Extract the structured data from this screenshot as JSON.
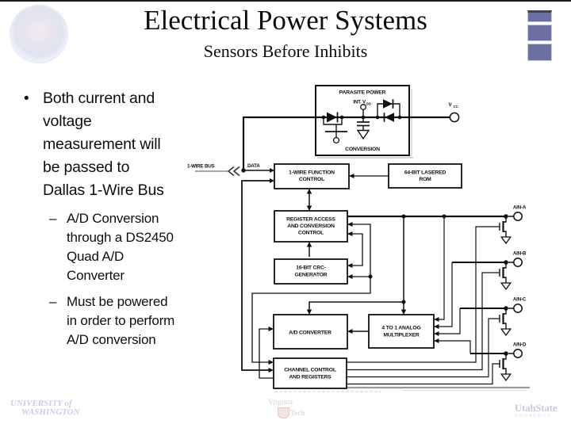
{
  "slide": {
    "title": "Electrical Power Systems",
    "subtitle": "Sensors Before Inhibits"
  },
  "glyphs": {
    "bullet": "•",
    "dash": "–"
  },
  "bullets": {
    "main_lines": [
      "Both current and",
      "voltage",
      "measurement will",
      "be passed to",
      "Dallas 1-Wire Bus"
    ],
    "sub1_lines": [
      "A/D Conversion",
      "through a DS2450",
      "Quad A/D",
      "Converter"
    ],
    "sub2_lines": [
      "Must be powered",
      "in order to perform",
      "A/D conversion"
    ]
  },
  "diagram": {
    "boxes": {
      "function_control": [
        "1-WIRE FUNCTION",
        "CONTROL"
      ],
      "lasered_rom": [
        "64-BIT LASERED",
        "ROM"
      ],
      "register_access": [
        "REGISTER ACCESS",
        "AND CONVERSION",
        "CONTROL"
      ],
      "crc_generator": [
        "16-BIT CRC-",
        "GENERATOR"
      ],
      "ad_converter": [
        "A/D CONVERTER"
      ],
      "analog_mux": [
        "4 TO 1 ANALOG",
        "MULTIPLEXER"
      ],
      "channel_control": [
        "CHANNEL CONTROL",
        "AND REGISTERS"
      ]
    },
    "labels": {
      "parasite_power": "PARASITE POWER",
      "int_v": "INT. V",
      "int_v_sub": "DD",
      "conversion": "CONVERSION",
      "v": "V",
      "v_sub": "CC",
      "one_wire_bus": "1-WIRE BUS",
      "data": "DATA",
      "ain_a": "AIN-A",
      "ain_b": "AIN-B",
      "ain_c": "AIN-C",
      "ain_d": "AIN-D"
    }
  },
  "footer": {
    "uw": [
      "UNIVERSITY of",
      "WASHINGTON"
    ],
    "vt": [
      "Virginia",
      "Tech"
    ],
    "usu": [
      "UtahState",
      "UNIVERSITY"
    ]
  },
  "colors": {
    "accent_square": "#6b70a0",
    "diagram_ink": "#101010",
    "faint_logo": "#c9cde7"
  }
}
